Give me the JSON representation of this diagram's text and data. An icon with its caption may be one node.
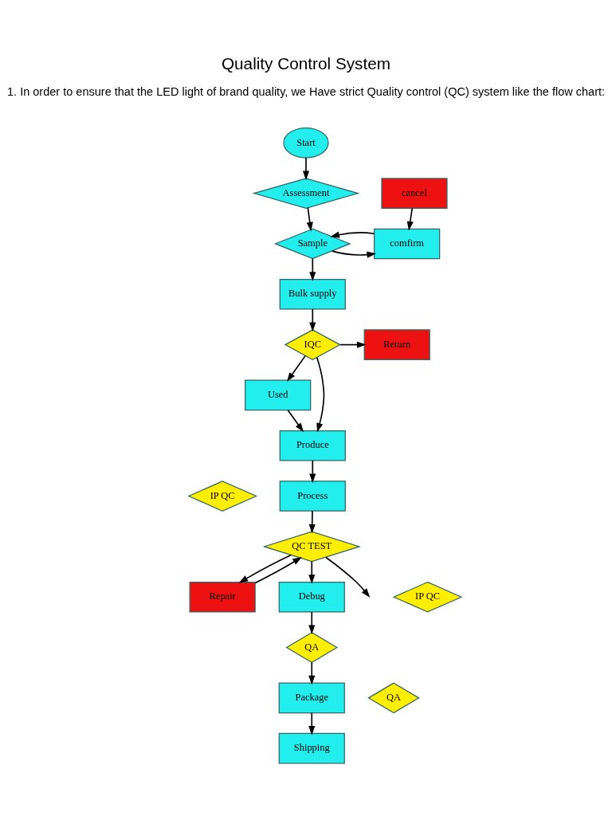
{
  "diagram": {
    "title": "Quality Control System",
    "nodes": [
      {
        "text": [
          "Start"
        ]
      },
      {
        "text": [
          "Assessment"
        ]
      },
      {
        "text": [
          "Sample"
        ]
      },
      {
        "text": [
          "cancel"
        ]
      },
      {
        "text": [
          "comfirm"
        ]
      },
      {
        "text": [
          "Bulk supply"
        ]
      },
      {
        "text": [
          "IQC"
        ]
      },
      {
        "text": [
          "Return"
        ]
      },
      {
        "text": [
          "Used"
        ]
      },
      {
        "text": [
          "Produce"
        ]
      },
      {
        "text": [
          "Process"
        ]
      },
      {
        "text": [
          "IP QC"
        ]
      },
      {
        "text": [
          "QC TEST"
        ]
      },
      {
        "text": [
          "Repair"
        ]
      },
      {
        "text": [
          "Debug"
        ]
      },
      {
        "text": [
          "IP QC"
        ]
      },
      {
        "text": [
          "QA"
        ]
      },
      {
        "text": [
          "Package"
        ]
      },
      {
        "text": [
          "Shipping"
        ]
      },
      {
        "text": [
          "QA"
        ]
      }
    ],
    "edges": [
      {
        "from": 0,
        "to": 1,
        "arrow": "to"
      },
      {
        "from": 1,
        "to": 2,
        "arrow": "to"
      },
      {
        "from": 3,
        "to": 4,
        "arrow": "to"
      },
      {
        "from": 2,
        "to": 4,
        "arrow": "to"
      },
      {
        "from": 4,
        "to": 2,
        "arrow": "to"
      },
      {
        "from": 2,
        "to": 5,
        "arrow": "to"
      },
      {
        "from": 5,
        "to": 6,
        "arrow": "to"
      },
      {
        "from": 6,
        "to": 7,
        "arrow": "to"
      },
      {
        "from": 6,
        "to": 8,
        "arrow": "to"
      },
      {
        "from": 6,
        "to": 9,
        "arrow": "to"
      },
      {
        "from": 8,
        "to": 9,
        "arrow": "to"
      },
      {
        "from": 9,
        "to": 10,
        "arrow": "to"
      },
      {
        "from": 10,
        "to": 12,
        "arrow": "to"
      },
      {
        "from": 12,
        "to": 13,
        "arrow": "to"
      },
      {
        "from": 13,
        "to": 12,
        "arrow": "to"
      },
      {
        "from": 12,
        "to": null,
        "arrow": "to"
      },
      {
        "from": 12,
        "to": 14,
        "arrow": "to"
      },
      {
        "from": 14,
        "to": 16,
        "arrow": "to"
      },
      {
        "from": 16,
        "to": 17,
        "arrow": "to"
      },
      {
        "from": 17,
        "to": 18,
        "arrow": "to"
      }
    ],
    "labels": [
      "1. In order to ensure that the LED light of brand quality, we Have strict Quality control (QC) system like the flow chart:"
    ]
  }
}
